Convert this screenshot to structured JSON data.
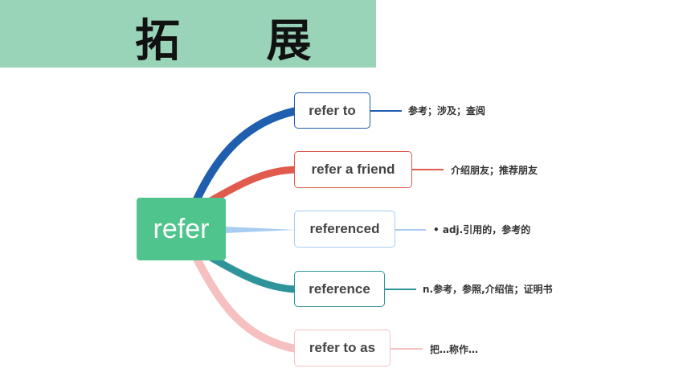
{
  "header": {
    "title": "拓 展"
  },
  "mindmap": {
    "root": "refer",
    "branches": [
      {
        "label": "refer to",
        "desc": "参考；涉及；查阅",
        "color": "#1f5fae"
      },
      {
        "label": "refer a friend",
        "desc": "介绍朋友；推荐朋友",
        "color": "#e05a4e"
      },
      {
        "label": "referenced",
        "desc": "• adj.引用的，参考的",
        "color": "#a9cdf2"
      },
      {
        "label": "reference",
        "desc": "n.参考，参照,介绍信；证明书",
        "color": "#2f9499"
      },
      {
        "label": "refer to as",
        "desc": "把…称作…",
        "color": "#f6c0c0"
      }
    ]
  }
}
